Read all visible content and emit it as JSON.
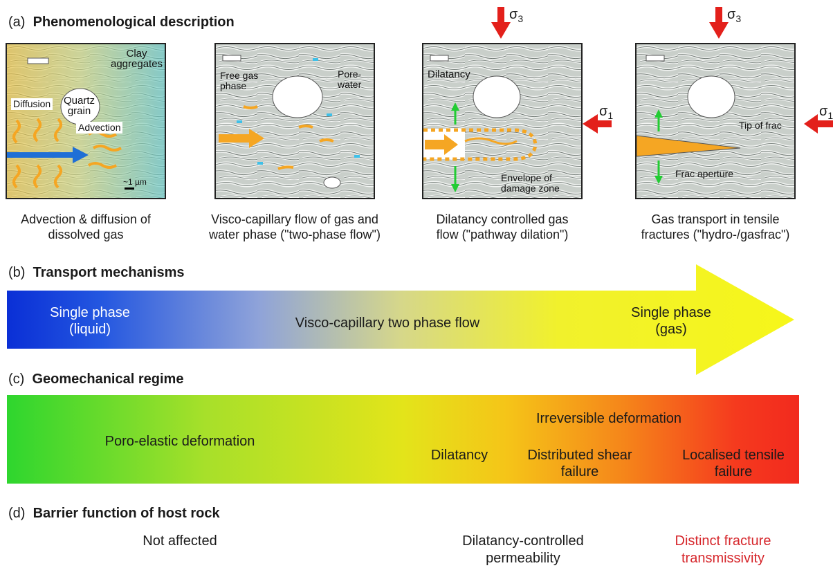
{
  "sections": {
    "a": {
      "letter": "(a)",
      "title": "Phenomenological description"
    },
    "b": {
      "letter": "(b)",
      "title": "Transport mechanisms"
    },
    "c": {
      "letter": "(c)",
      "title": "Geomechanical regime"
    },
    "d": {
      "letter": "(d)",
      "title": "Barrier function of host rock"
    }
  },
  "panels": [
    {
      "labels": {
        "clay": "Clay\naggregates",
        "quartz": "Quartz\ngrain",
        "diffusion": "Diffusion",
        "advection": "Advection",
        "scale": "~1 µm"
      },
      "caption": "Advection & diffusion of\ndissolved gas"
    },
    {
      "labels": {
        "free_gas": "Free gas\nphase",
        "pore_water": "Pore-\nwater"
      },
      "caption": "Visco-capillary flow of gas and\nwater phase (\"two-phase flow\")"
    },
    {
      "labels": {
        "dilatancy": "Dilatancy",
        "envelope": "Envelope of\ndamage zone"
      },
      "caption": "Dilatancy controlled gas\nflow (\"pathway dilation\")"
    },
    {
      "labels": {
        "tip": "Tip of frac",
        "aperture": "Frac aperture"
      },
      "caption": "Gas transport in tensile\nfractures (\"hydro-/gasfrac\")"
    }
  ],
  "stress": {
    "sigma3": "σ",
    "sigma3_sub": "3",
    "sigma1": "σ",
    "sigma1_sub": "1"
  },
  "transport": {
    "left": "Single phase\n(liquid)",
    "middle": "Visco-capillary two phase flow",
    "right": "Single phase\n(gas)"
  },
  "regime": {
    "poro": "Poro-elastic deformation",
    "irreversible": "Irreversible deformation",
    "dilatancy": "Dilatancy",
    "shear": "Distributed shear\nfailure",
    "tensile": "Localised tensile\nfailure"
  },
  "barrier": {
    "not_affected": "Not affected",
    "dilatancy": "Dilatancy-controlled\npermeability",
    "fracture": "Distinct  fracture\ntransmissivity"
  },
  "colors": {
    "stress_arrow": "#e3201b",
    "gas": "#f7a81b",
    "flow_arrow": "#1f6fd6",
    "dilation_arrow": "#22cc33",
    "fracture_text": "#d6262b"
  }
}
